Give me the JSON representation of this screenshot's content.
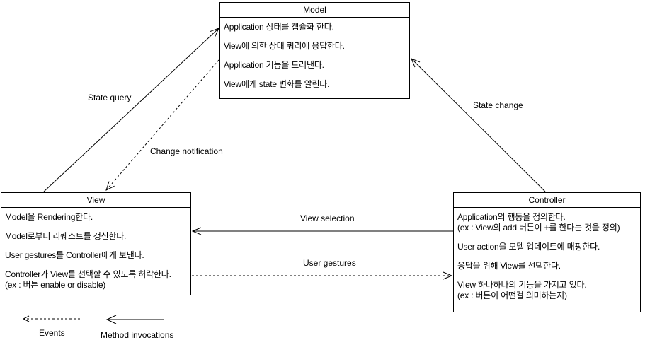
{
  "nodes": {
    "model": {
      "title": "Model",
      "items": [
        "Application 상태를 캡슐화 한다.",
        "View에 의한 상태 쿼리에 응답한다.",
        "Application 기능을 드러낸다.",
        "View에게 state 변화를 알린다."
      ]
    },
    "view": {
      "title": "View",
      "items": [
        "Model을 Rendering한다.",
        "Model로부터 리퀘스트를 갱신한다.",
        "User gestures를 Controller에게 보낸다.",
        "Controller가 View를 선택할 수 있도록 허락한다.\n(ex : 버튼 enable or disable)"
      ]
    },
    "controller": {
      "title": "Controller",
      "items": [
        "Application의 행동을 정의한다.\n(ex : View의 add 버튼이 +를 한다는 것을 정의)",
        "User action을 모델 업데이트에 매핑한다.",
        "응답을 위해 View를 선택한다.",
        "VIew 하나하나의 기능을 가지고 있다.\n(ex : 버튼이 어떤걸 의미하는지)"
      ]
    }
  },
  "edges": {
    "state_query": {
      "label": "State query",
      "style": "solid",
      "from": "view",
      "to": "model"
    },
    "change_notification": {
      "label": "Change notification",
      "style": "dashed",
      "from": "model",
      "to": "view"
    },
    "state_change": {
      "label": "State change",
      "style": "solid",
      "from": "controller",
      "to": "model"
    },
    "view_selection": {
      "label": "View selection",
      "style": "solid",
      "from": "controller",
      "to": "view"
    },
    "user_gestures": {
      "label": "User gestures",
      "style": "dashed",
      "from": "view",
      "to": "controller"
    }
  },
  "legend": {
    "events_label": "Events",
    "events_style": "dashed",
    "method_invocations_label": "Method invocations",
    "method_invocations_style": "solid"
  },
  "colors": {
    "stroke": "#000000",
    "text": "#000000",
    "background": "#ffffff"
  }
}
